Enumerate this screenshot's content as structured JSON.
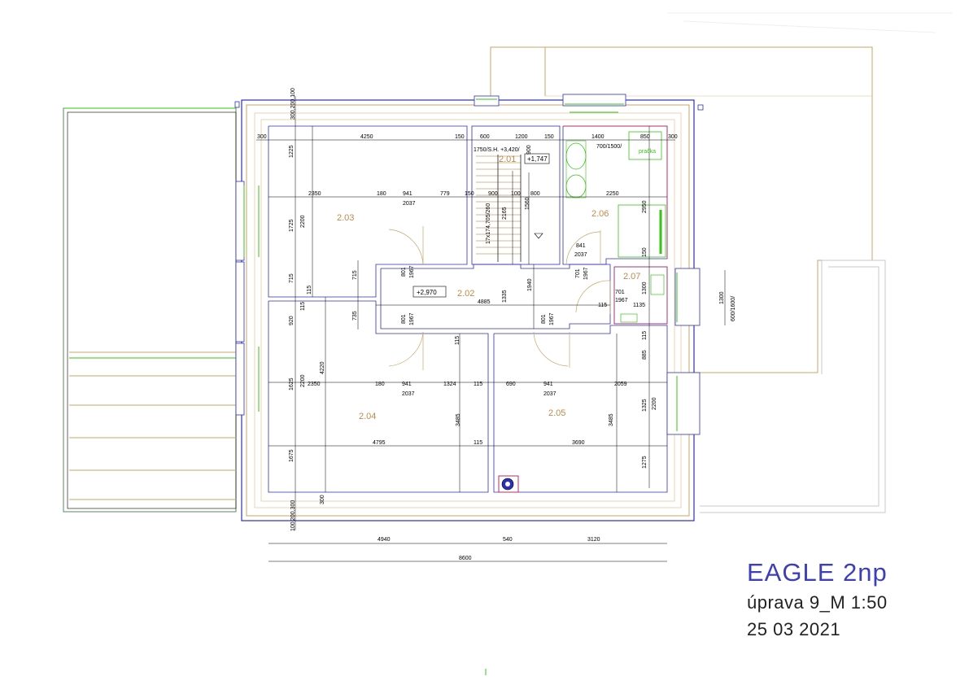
{
  "title": {
    "main": "EAGLE 2np",
    "revision": "úprava 9_M 1:50",
    "date": "25 03 2021"
  },
  "rooms": [
    {
      "id": "2.01",
      "label": "2.01"
    },
    {
      "id": "2.02",
      "label": "2.02"
    },
    {
      "id": "2.03",
      "label": "2.03"
    },
    {
      "id": "2.04",
      "label": "2.04"
    },
    {
      "id": "2.05",
      "label": "2.05"
    },
    {
      "id": "2.06",
      "label": "2.06"
    },
    {
      "id": "2.07",
      "label": "2.07"
    }
  ],
  "levels": {
    "floor": "+2,970",
    "stair_top": "+1,747",
    "stair_note": "1750/S.H. +3,420/"
  },
  "labels": {
    "stair_steps": "17x174,705/260",
    "window_bath": "700/1500/",
    "window_side": "600/1600/",
    "pracka": "pračka"
  },
  "dims": {
    "bottom_total": "8600",
    "bottom_a": "4940",
    "bottom_b": "540",
    "bottom_c": "3120",
    "top_4250": "4250",
    "top_300a": "300",
    "top_150a": "150",
    "top_600": "600",
    "top_1200": "1200",
    "top_150b": "150",
    "top_1400": "1400",
    "top_850": "850",
    "top_300b": "300",
    "r1_2350": "2350",
    "r1_180": "180",
    "r1_941": "941",
    "r1_2037": "2037",
    "r1_779": "779",
    "r1_150": "150",
    "r1_900": "900",
    "r1_100": "100",
    "r1_800": "800",
    "r1_2250": "2250",
    "mid_4885": "4885",
    "r2_2350": "2350",
    "r2_180": "180",
    "r2_941": "941",
    "r2_2037": "2037",
    "r2_1324": "1324",
    "r2_115a": "115",
    "r2_690": "690",
    "r2_941b": "941",
    "r2_2037b": "2037",
    "r2_2059": "2059",
    "r3_4795": "4795",
    "r3_115": "115",
    "r3_3690": "3690",
    "l_1225": "1225",
    "l_1725": "1725",
    "l_2200a": "2200",
    "l_715a": "715",
    "l_115a": "115",
    "l_115b": "115",
    "l_920": "920",
    "l_1625": "1625",
    "l_2200b": "2200",
    "l_4220": "4220",
    "l_1675": "1675",
    "l_300": "300",
    "l_200": "200,300",
    "l_100": "100",
    "l_top": "300,200,100",
    "l_715b": "715",
    "l_735": "735",
    "d_801a": "801",
    "d_1967a": "1967",
    "d_801b": "801",
    "d_1967b": "1967",
    "d_801c": "801",
    "d_1967c": "1967",
    "d_701a": "701",
    "d_1967d": "1967",
    "d_701b": "701",
    "d_1967e": "1967",
    "d_841": "841",
    "d_2037c": "2037",
    "s_2165": "2165",
    "s_1560": "1560",
    "s_1335": "1335",
    "s_1940": "1940",
    "s_115c": "115",
    "s_3485a": "3485",
    "s_3485b": "3485",
    "s_900": "900",
    "b_2950": "2950",
    "b_150": "150",
    "b_1300": "1300",
    "b_115": "115",
    "b_1135": "1135",
    "b_885": "885",
    "b_115d": "115",
    "b_1325": "1325",
    "b_2200": "2200",
    "b_1275": "1275",
    "w_1300": "1300"
  }
}
